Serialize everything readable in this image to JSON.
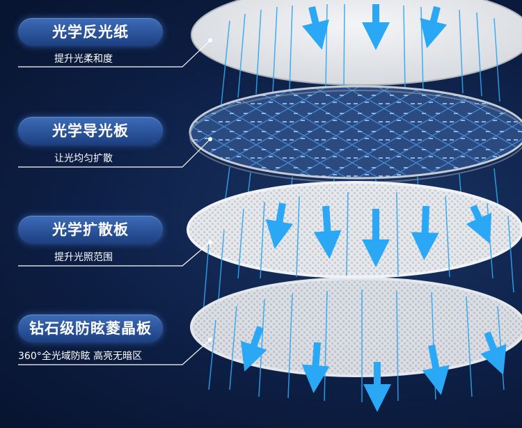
{
  "layers": [
    {
      "title": "光学反光纸",
      "subtitle": "提升光柔和度"
    },
    {
      "title": "光学导光板",
      "subtitle": "让光均匀扩散"
    },
    {
      "title": "光学扩散板",
      "subtitle": "提升光照范围"
    },
    {
      "title": "钻石级防眩菱晶板",
      "subtitle": "360°全光域防眩 高亮无暗区"
    }
  ],
  "colors": {
    "background": "#0d1f45",
    "pill": "#2a56a0",
    "light_beam": "#2fa6f0",
    "arrow": "#2aa8f5",
    "guide_pattern": "#26447a"
  }
}
